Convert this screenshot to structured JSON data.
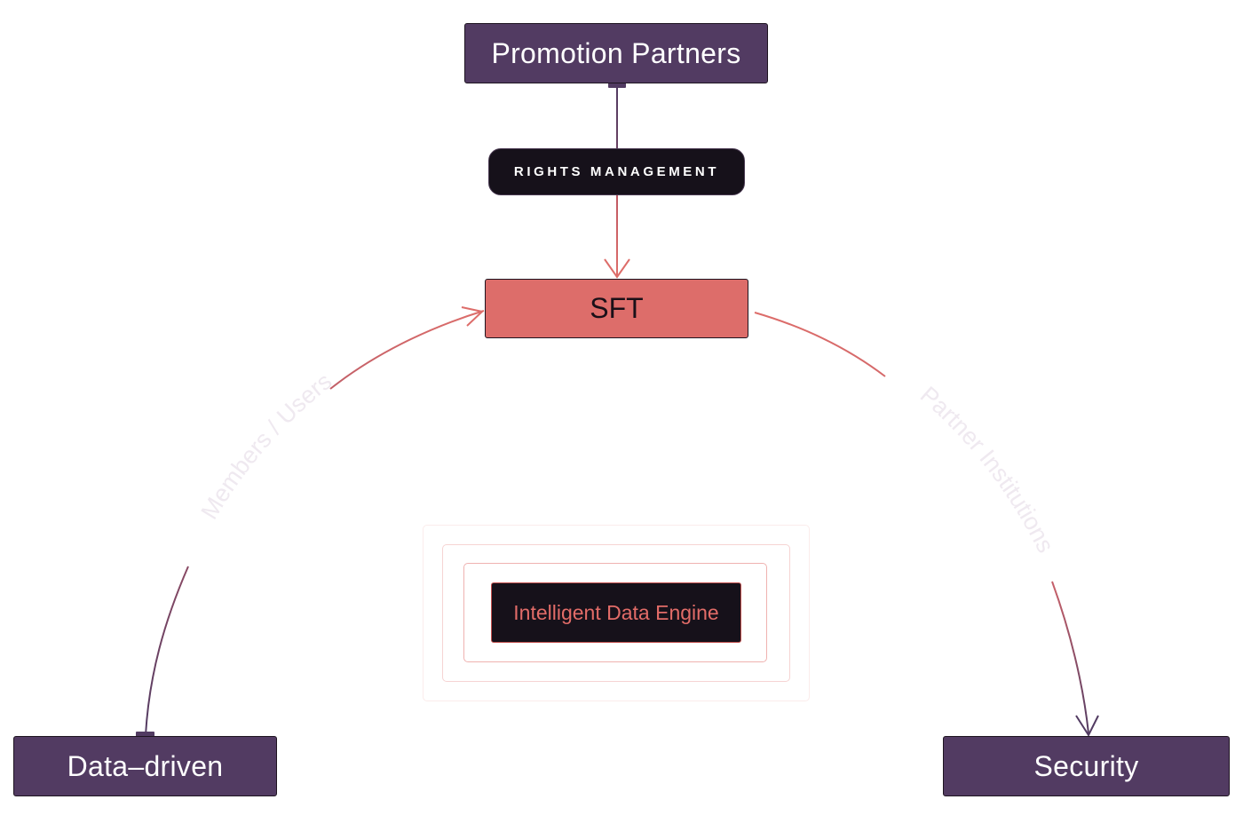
{
  "nodes": {
    "promotion_partners": "Promotion Partners",
    "rights_management": "RIGHTS MANAGEMENT",
    "sft": "SFT",
    "intelligent_data_engine": "Intelligent Data Engine",
    "data_driven": "Data–driven",
    "security": "Security"
  },
  "edges": {
    "members_users": "Members / Users",
    "partner_institutions": "Partner Institutions"
  },
  "colors": {
    "purple": "#523b62",
    "coral": "#dd6d6a",
    "dark": "#16111a",
    "faint_label": "#efe9f0"
  }
}
